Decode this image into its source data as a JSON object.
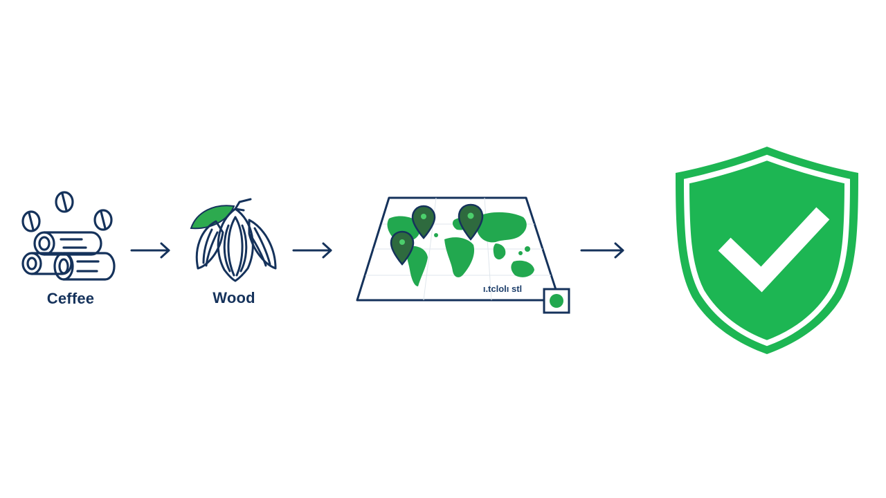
{
  "steps": [
    {
      "label": "Ceffee",
      "icon": "coffee-beans-logs-icon"
    },
    {
      "label": "Wood",
      "icon": "cocoa-pods-icon"
    },
    {
      "label": "",
      "icon": "world-map-icon"
    },
    {
      "label": "",
      "icon": "shield-check-icon"
    }
  ],
  "map": {
    "caption": "ı.tclolı stl"
  },
  "colors": {
    "navy": "#15325b",
    "green": "#1fae4f",
    "shield_green": "#1db653",
    "dark_green": "#2e6a3e",
    "background": "#ffffff"
  }
}
